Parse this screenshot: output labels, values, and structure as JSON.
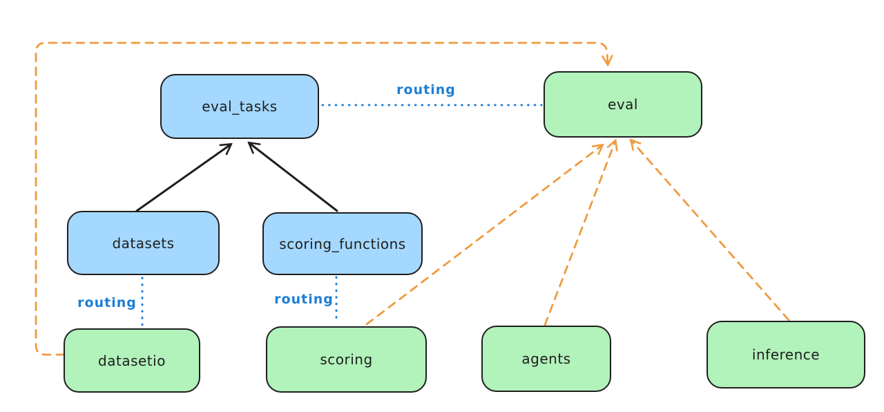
{
  "diagram": {
    "nodes": {
      "eval_tasks": {
        "label": "eval_tasks",
        "fill": "#a5d8ff"
      },
      "eval": {
        "label": "eval",
        "fill": "#b2f2bb"
      },
      "datasets": {
        "label": "datasets",
        "fill": "#a5d8ff"
      },
      "scoring_functions": {
        "label": "scoring_functions",
        "fill": "#a5d8ff"
      },
      "datasetio": {
        "label": "datasetio",
        "fill": "#b2f2bb"
      },
      "scoring": {
        "label": "scoring",
        "fill": "#b2f2bb"
      },
      "agents": {
        "label": "agents",
        "fill": "#b2f2bb"
      },
      "inference": {
        "label": "inference",
        "fill": "#b2f2bb"
      }
    },
    "edges": {
      "eval_tasks_to_eval": {
        "label": "routing",
        "style": "dotted-blue"
      },
      "datasets_to_datasetio": {
        "label": "routing",
        "style": "dotted-blue"
      },
      "scoring_functions_to_scoring": {
        "label": "routing",
        "style": "dotted-blue"
      },
      "datasets_to_eval_tasks": {
        "style": "solid-black",
        "arrow": true
      },
      "scoring_functions_to_eval_tasks": {
        "style": "solid-black",
        "arrow": true
      },
      "scoring_to_eval": {
        "style": "dashed-orange",
        "arrow": true
      },
      "agents_to_eval": {
        "style": "dashed-orange",
        "arrow": true
      },
      "inference_to_eval": {
        "style": "dashed-orange",
        "arrow": true
      },
      "datasetio_to_eval": {
        "style": "dashed-orange",
        "arrow": true
      }
    },
    "colors": {
      "blue_fill": "#a5d8ff",
      "green_fill": "#b2f2bb",
      "stroke": "#1e1e1e",
      "routing_text": "#1c7ed6",
      "orange": "#ee9b3f",
      "background": "#ffffff"
    }
  }
}
